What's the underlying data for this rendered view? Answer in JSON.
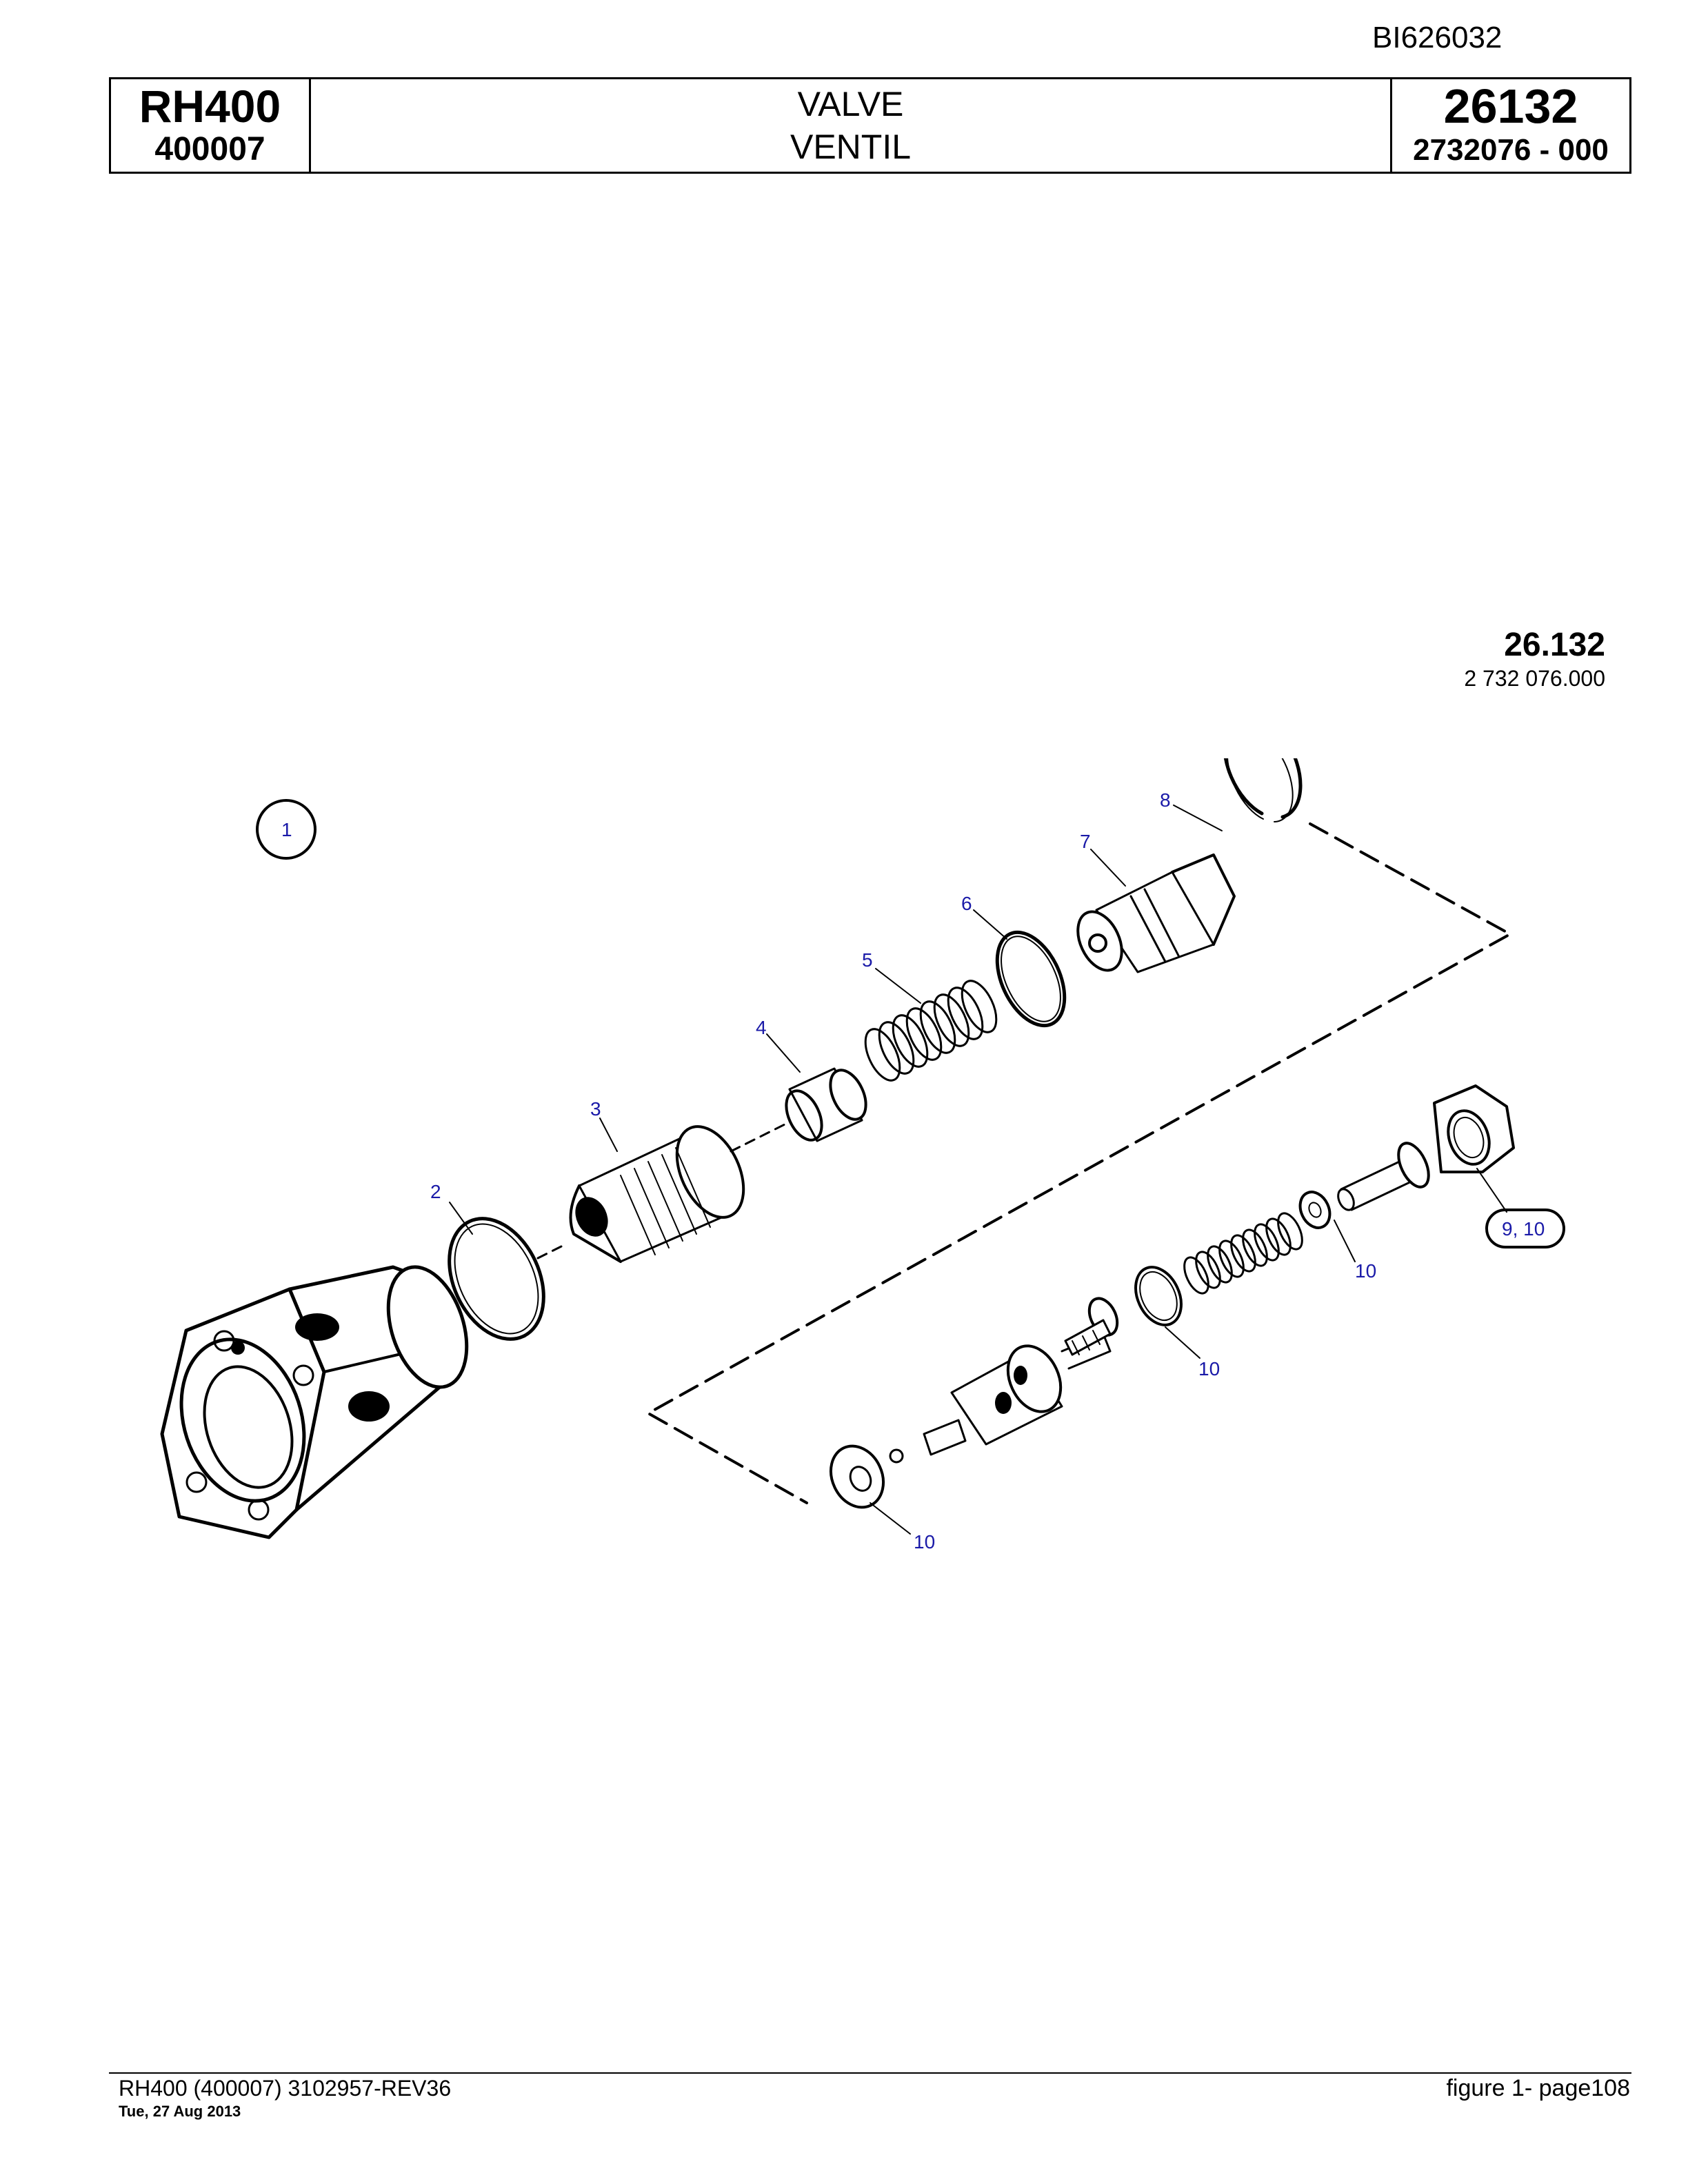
{
  "document_id": "BI626032",
  "header": {
    "model": "RH400",
    "serial": "400007",
    "title_en": "VALVE",
    "title_de": "VENTIL",
    "group_code": "26132",
    "part_number": "2732076  - 000"
  },
  "figure_ref": {
    "number": "26.132",
    "part": "2 732 076.000"
  },
  "callouts": {
    "c1": "1",
    "c2": "2",
    "c3": "3",
    "c4": "4",
    "c5": "5",
    "c6": "6",
    "c7": "7",
    "c8": "8",
    "c9_10": "9, 10",
    "c10a": "10",
    "c10b": "10",
    "c10c": "10"
  },
  "footer": {
    "left": "RH400 (400007) 3102957-REV36",
    "date": "Tue, 27 Aug 2013",
    "right": "figure  1- page108"
  },
  "colors": {
    "callout_text": "#1a1aa8",
    "line": "#000000"
  }
}
